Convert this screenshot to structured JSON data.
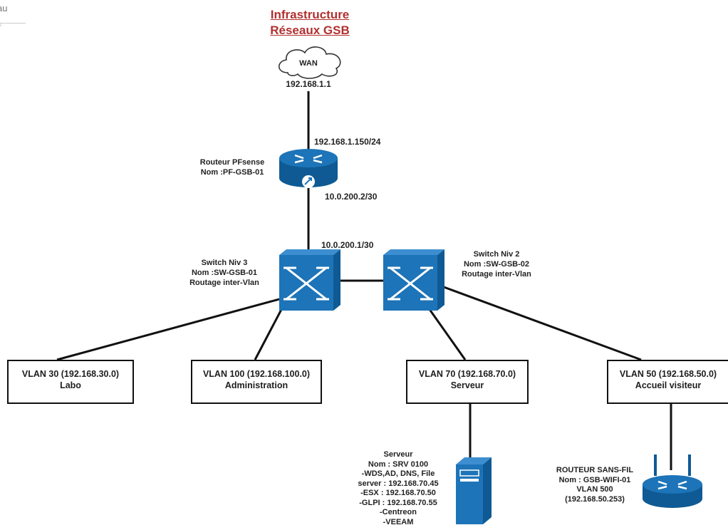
{
  "corner": {
    "text": "au",
    "sub": "os"
  },
  "title": {
    "line1": "Infrastructure",
    "line2": "Réseaux GSB"
  },
  "wan": {
    "label": "WAN",
    "ip": "192.168.1.1"
  },
  "links": {
    "wan_router": "192.168.1.150/24",
    "router_down": "10.0.200.2/30",
    "switch_up": "10.0.200.1/30"
  },
  "router": {
    "line1": "Routeur PFsense",
    "line2": "Nom :PF-GSB-01"
  },
  "switch1": {
    "line1": "Switch Niv 3",
    "line2": "Nom :SW-GSB-01",
    "line3": "Routage inter-Vlan"
  },
  "switch2": {
    "line1": "Switch Niv 2",
    "line2": "Nom :SW-GSB-02",
    "line3": "Routage inter-Vlan"
  },
  "vlans": [
    {
      "title": "VLAN 30 (192.168.30.0)",
      "name": "Labo"
    },
    {
      "title": "VLAN 100 (192.168.100.0)",
      "name": "Administration"
    },
    {
      "title": "VLAN 70 (192.168.70.0)",
      "name": "Serveur"
    },
    {
      "title": "VLAN 50 (192.168.50.0)",
      "name": "Accueil visiteur"
    }
  ],
  "server": {
    "lines": [
      "Serveur",
      "Nom : SRV 0100",
      "-WDS,AD, DNS, File",
      "server  : 192.168.70.45",
      "-ESX : 192.168.70.50",
      "-GLPI : 192.168.70.55",
      "-Centreon",
      "-VEEAM"
    ]
  },
  "wifi": {
    "lines": [
      "ROUTEUR SANS-FIL",
      "Nom : GSB-WIFI-01",
      "VLAN 500",
      "(192.168.50.253)"
    ]
  },
  "colors": {
    "device_blue": "#1d74b8",
    "device_dark": "#0f5a94",
    "title_red": "#b0302f",
    "line": "#111111"
  },
  "icons": [
    "cloud-icon",
    "router-icon",
    "switch-icon",
    "server-icon",
    "wireless-router-icon"
  ]
}
